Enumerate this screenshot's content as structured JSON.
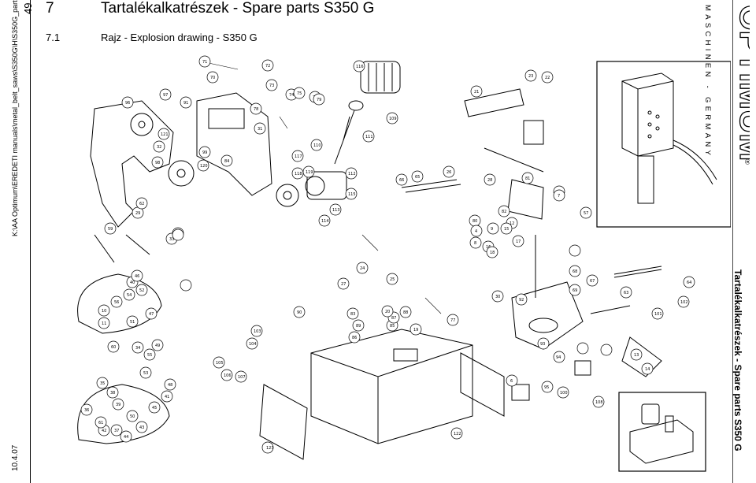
{
  "page": {
    "page_number": "49",
    "file_path": "K:\\AA Optimum\\EREDETI manuals\\metal_belt_saws\\S350G\\H\\S350G_parts.fm",
    "date": "10.4.07"
  },
  "header": {
    "chapter_number": "7",
    "chapter_title": "Tartalékalkatrészek - Spare parts S350 G",
    "section_number": "7.1",
    "section_title": "Rajz - Explosion drawing - S350 G"
  },
  "brand": {
    "logo_text": "OPTIMUM",
    "tagline": "MASCHINEN - GERMANY",
    "registered_mark": "®"
  },
  "side_title": "Tartalékalkatrészek - Spare parts S350 G",
  "callouts": [
    "71",
    "70",
    "72",
    "73",
    "74",
    "75",
    "76",
    "79",
    "78",
    "96",
    "91",
    "121",
    "98",
    "31",
    "32",
    "97",
    "99",
    "120",
    "84",
    "116",
    "109",
    "110",
    "111",
    "112",
    "113",
    "114",
    "115",
    "117",
    "118",
    "119",
    "77",
    "80",
    "81",
    "82",
    "83",
    "85",
    "86",
    "87",
    "88",
    "89",
    "90",
    "92",
    "93",
    "94",
    "95",
    "100",
    "101",
    "102",
    "103",
    "104",
    "105",
    "106",
    "107",
    "108",
    "122",
    "123",
    "1",
    "4",
    "6",
    "7",
    "8",
    "9",
    "10",
    "11",
    "12",
    "13",
    "14",
    "15",
    "16",
    "17",
    "18",
    "19",
    "20",
    "21",
    "22",
    "23",
    "24",
    "25",
    "26",
    "27",
    "28",
    "29",
    "30",
    "33",
    "34",
    "35",
    "36",
    "37",
    "38",
    "39",
    "40",
    "41",
    "42",
    "43",
    "44",
    "45",
    "46",
    "47",
    "48",
    "49",
    "50",
    "51",
    "52",
    "53",
    "54",
    "55",
    "56",
    "57",
    "58",
    "59",
    "60",
    "61",
    "62",
    "63",
    "64",
    "65",
    "66",
    "67",
    "68",
    "69"
  ]
}
